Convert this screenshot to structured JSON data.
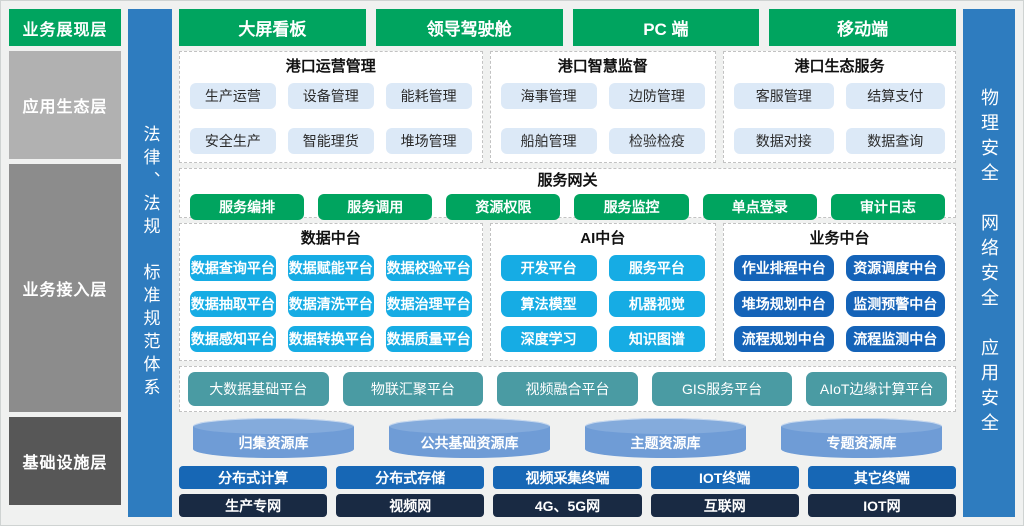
{
  "left_layers": [
    {
      "label": "业务展现层"
    },
    {
      "label": "应用生态层"
    },
    {
      "label": "业务接入层"
    },
    {
      "label": "基础设施层"
    }
  ],
  "legal_bar": {
    "text": "法律、法规　标准规范体系"
  },
  "security_bar": {
    "text": "物理安全　网络安全　应用安全"
  },
  "display_channels": [
    "大屏看板",
    "领导驾驶舱",
    "PC 端",
    "移动端"
  ],
  "app_groups": [
    {
      "title": "港口运营管理",
      "items": [
        "生产运营",
        "设备管理",
        "能耗管理",
        "安全生产",
        "智能理货",
        "堆场管理"
      ]
    },
    {
      "title": "港口智慧监督",
      "items": [
        "海事管理",
        "边防管理",
        "船舶管理",
        "检验检疫"
      ]
    },
    {
      "title": "港口生态服务",
      "items": [
        "客服管理",
        "结算支付",
        "数据对接",
        "数据查询"
      ]
    }
  ],
  "gateway": {
    "title": "服务网关",
    "items": [
      "服务编排",
      "服务调用",
      "资源权限",
      "服务监控",
      "单点登录",
      "审计日志"
    ]
  },
  "middle_platforms": [
    {
      "title": "数据中台",
      "items": [
        "数据查询平台",
        "数据赋能平台",
        "数据校验平台",
        "数据抽取平台",
        "数据清洗平台",
        "数据治理平台",
        "数据感知平台",
        "数据转换平台",
        "数据质量平台"
      ]
    },
    {
      "title": "AI中台",
      "items": [
        "开发平台",
        "服务平台",
        "算法模型",
        "机器视觉",
        "深度学习",
        "知识图谱"
      ]
    },
    {
      "title": "业务中台",
      "items": [
        "作业排程中台",
        "资源调度中台",
        "堆场规划中台",
        "监测预警中台",
        "流程规划中台",
        "流程监测中台"
      ]
    }
  ],
  "base_platforms": [
    "大数据基础平台",
    "物联汇聚平台",
    "视频融合平台",
    "GIS服务平台",
    "AIoT边缘计算平台"
  ],
  "databases": [
    "归集资源库",
    "公共基础资源库",
    "主题资源库",
    "专题资源库"
  ],
  "terminals": [
    "分布式计算",
    "分布式存储",
    "视频采集终端",
    "IOT终端",
    "其它终端"
  ],
  "networks": [
    "生产专网",
    "视频网",
    "4G、5G网",
    "互联网",
    "IOT网"
  ],
  "colors": {
    "green": "#00a45f",
    "cyan": "#16ace4",
    "deep_blue": "#1463b8",
    "teal": "#4a9ba3",
    "cylinder_blue": "#6f9cd6",
    "terminal_blue": "#1767b5",
    "network_navy": "#192a43",
    "side_bar_blue": "#2e7cbf",
    "chip_light_blue": "#dce9f7",
    "layer_gray_light": "#b1b1b1",
    "layer_gray_mid": "#8c8c8c",
    "layer_gray_dark": "#575757"
  }
}
